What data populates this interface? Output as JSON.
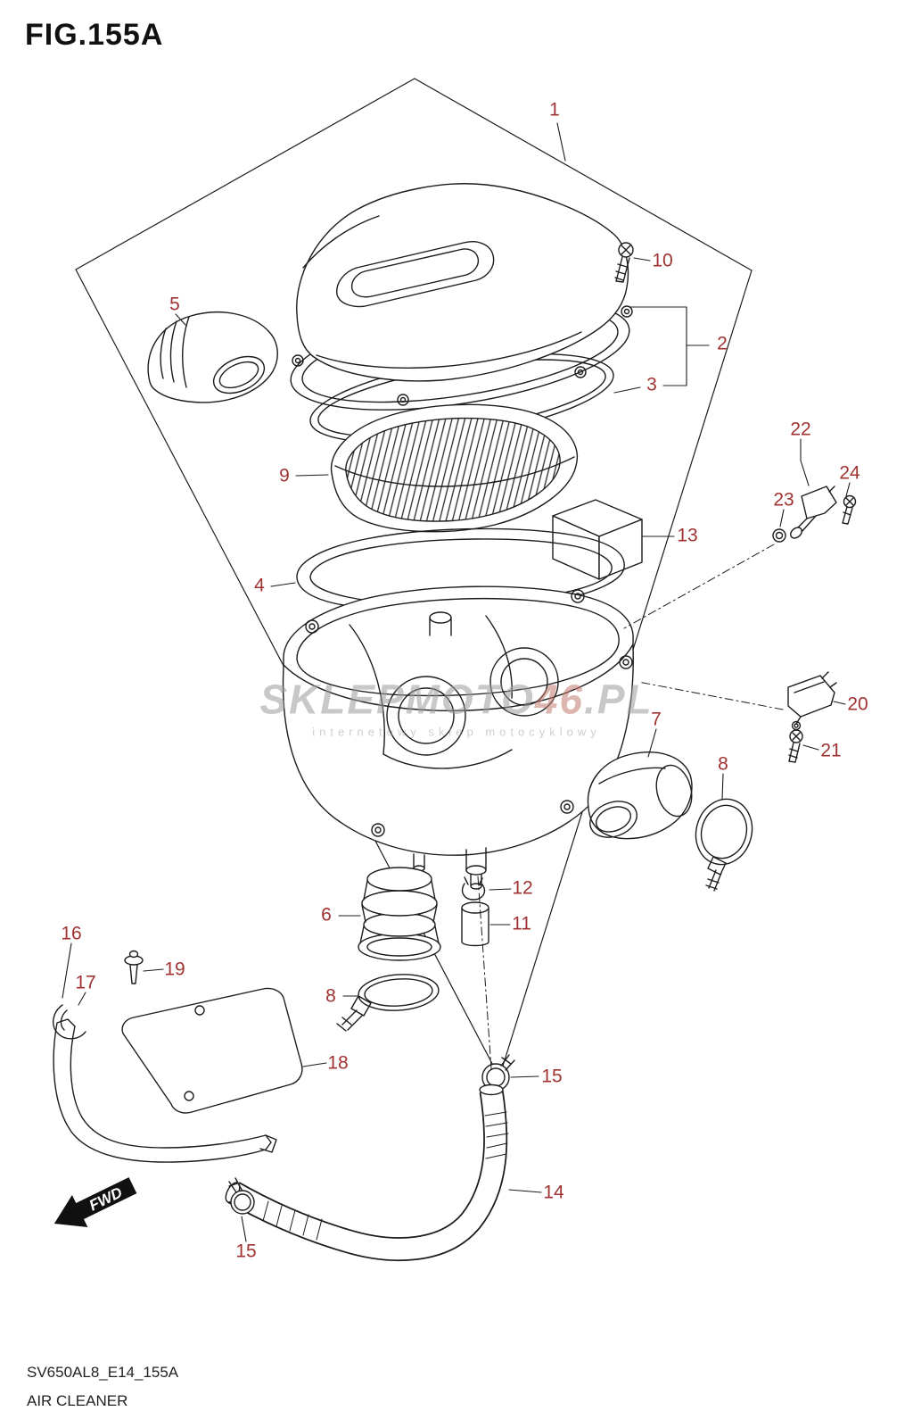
{
  "figure": {
    "title": "FIG.155A",
    "code": "SV650AL8_E14_155A",
    "name": "AIR CLEANER"
  },
  "watermark": {
    "part1": "SKLEPMOTO",
    "part2": "46",
    "part3": ".PL",
    "sub": "internetowy sklep motocyklowy"
  },
  "fwd_label": "FWD",
  "colors": {
    "callout": "#a03232",
    "line": "#1c1c1c",
    "watermark_gray": "#9c9c9c",
    "watermark_accent": "#c27b6e"
  },
  "callouts": [
    {
      "n": "1"
    },
    {
      "n": "2"
    },
    {
      "n": "3"
    },
    {
      "n": "4"
    },
    {
      "n": "5"
    },
    {
      "n": "6"
    },
    {
      "n": "7"
    },
    {
      "n": "8"
    },
    {
      "n": "8"
    },
    {
      "n": "9"
    },
    {
      "n": "10"
    },
    {
      "n": "11"
    },
    {
      "n": "12"
    },
    {
      "n": "13"
    },
    {
      "n": "14"
    },
    {
      "n": "15"
    },
    {
      "n": "15"
    },
    {
      "n": "16"
    },
    {
      "n": "17"
    },
    {
      "n": "18"
    },
    {
      "n": "19"
    },
    {
      "n": "20"
    },
    {
      "n": "21"
    },
    {
      "n": "22"
    },
    {
      "n": "23"
    },
    {
      "n": "24"
    }
  ]
}
